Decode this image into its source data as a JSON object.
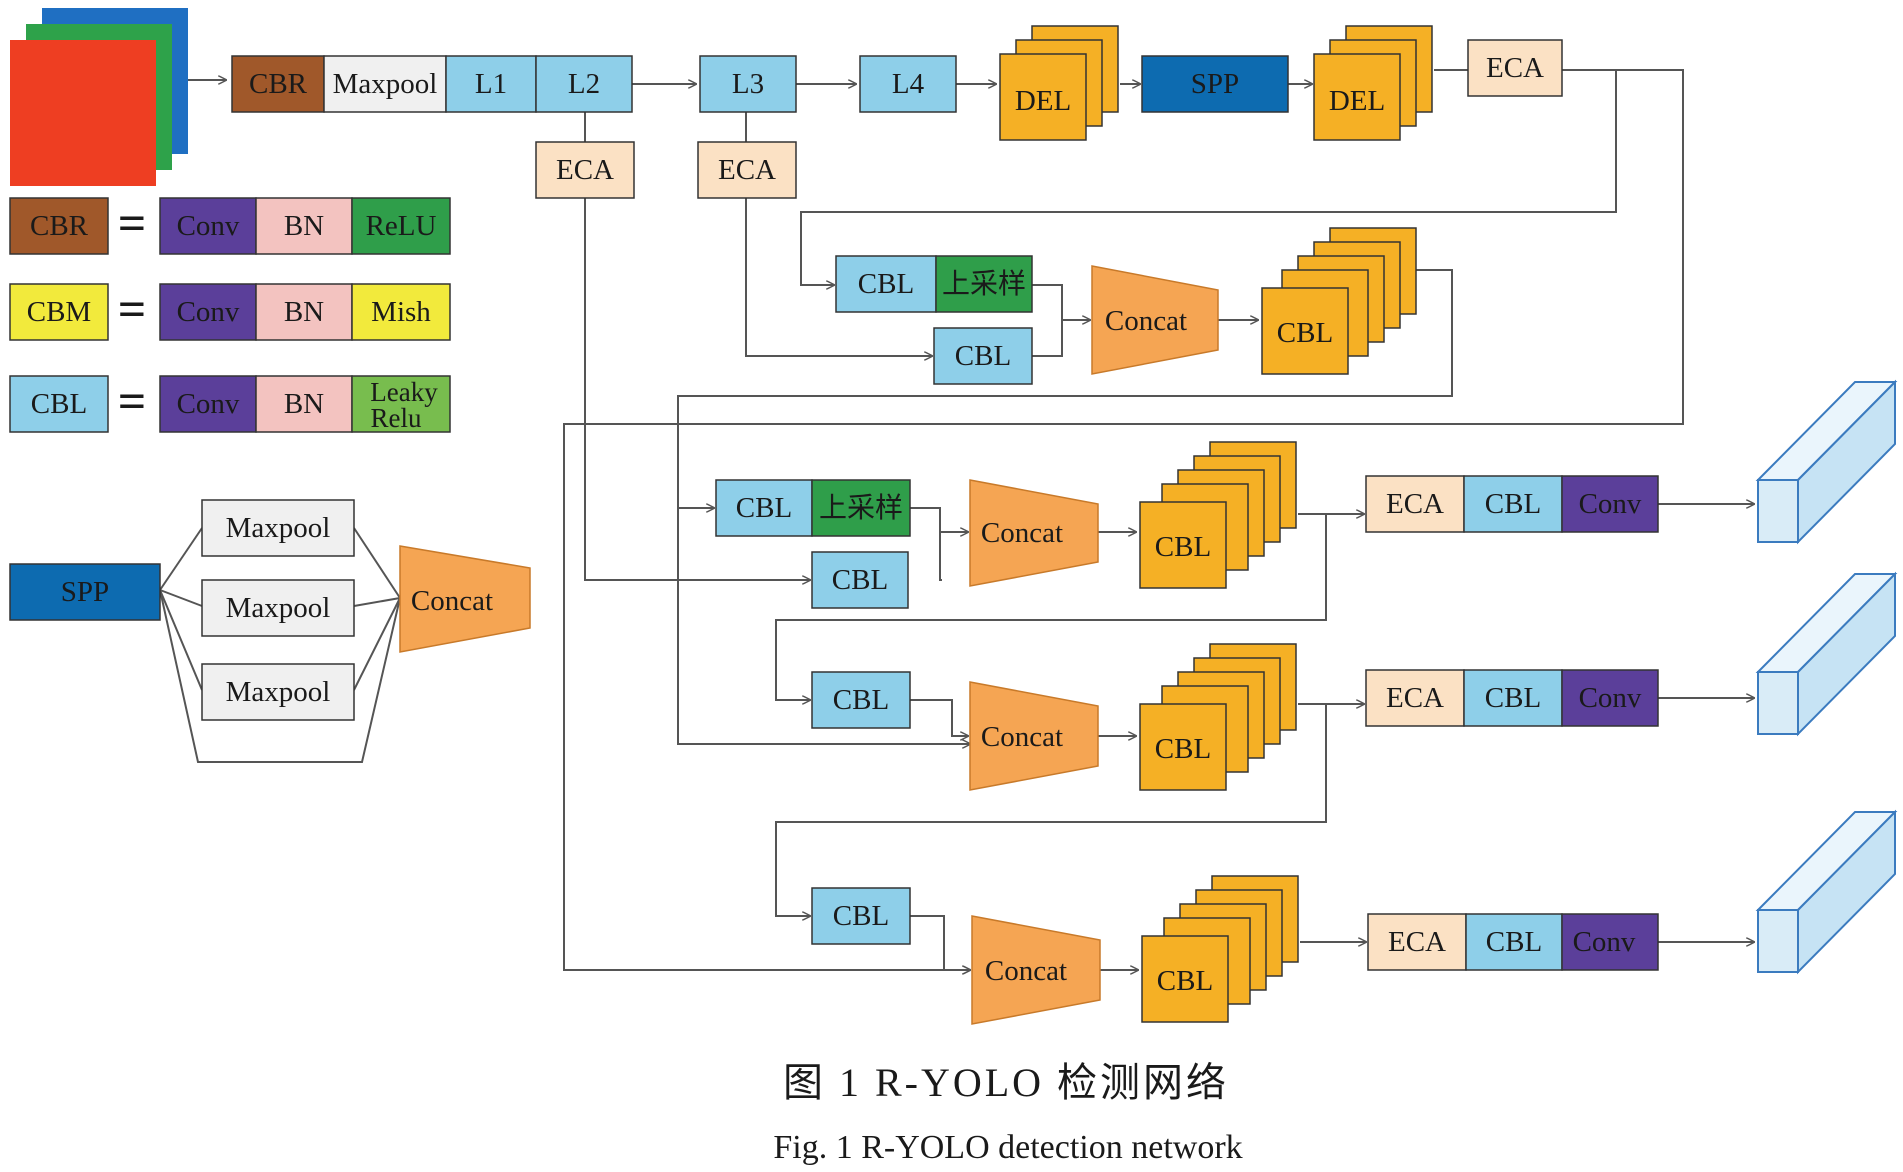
{
  "colors": {
    "cbr": "#a0582a",
    "conv": "#5b3f9a",
    "bn": "#f3c3c0",
    "relu": "#2f9e4a",
    "mish": "#f2ea3c",
    "cbm": "#f2ea3c",
    "cbl": "#8ecfe9",
    "leaky": "#78bd4e",
    "maxpool": "#f0f0f0",
    "l_block": "#8ecfe9",
    "eca": "#fbe1c4",
    "del": "#f5b025",
    "spp": "#0d6bb0",
    "concat": "#f5a553",
    "upsample": "#2f9e4a",
    "output": "#d9ecf7",
    "line": "#555555"
  },
  "input_image": {
    "layers": [
      "red-channel",
      "green-channel",
      "blue-channel"
    ]
  },
  "backbone": {
    "cbr": "CBR",
    "maxpool": "Maxpool",
    "l1": "L1",
    "l2": "L2",
    "l3": "L3",
    "l4": "L4",
    "del_1": "DEL",
    "spp": "SPP",
    "del_2": "DEL",
    "eca_top": "ECA",
    "eca_l2": "ECA",
    "eca_l3": "ECA"
  },
  "legend": {
    "equals_sign": "=",
    "cbr": {
      "name": "CBR",
      "parts": [
        "Conv",
        "BN",
        "ReLU"
      ]
    },
    "cbm": {
      "name": "CBM",
      "parts": [
        "Conv",
        "BN",
        "Mish"
      ]
    },
    "cbl": {
      "name": "CBL",
      "parts": [
        "Conv",
        "BN"
      ],
      "activation_line1": "Leaky",
      "activation_line2": "Relu"
    },
    "spp": {
      "name": "SPP",
      "maxpool_1": "Maxpool",
      "maxpool_2": "Maxpool",
      "maxpool_3": "Maxpool",
      "concat": "Concat"
    }
  },
  "neck": {
    "stage1": {
      "cbl_up": "CBL",
      "upsample": "上采样",
      "cbl_side": "CBL",
      "concat": "Concat",
      "cbl_stack": "CBL"
    },
    "stage2": {
      "cbl_up": "CBL",
      "upsample": "上采样",
      "cbl_side": "CBL",
      "concat": "Concat",
      "cbl_stack": "CBL"
    },
    "stage3": {
      "cbl_in": "CBL",
      "concat": "Concat",
      "cbl_stack": "CBL"
    },
    "stage4": {
      "cbl_in": "CBL",
      "concat": "Concat",
      "cbl_stack": "CBL"
    }
  },
  "heads": [
    {
      "eca": "ECA",
      "cbl": "CBL",
      "conv": "Conv"
    },
    {
      "eca": "ECA",
      "cbl": "CBL",
      "conv": "Conv"
    },
    {
      "eca": "ECA",
      "cbl": "CBL",
      "conv": "Conv"
    }
  ],
  "caption": {
    "cn": "图 1    R-YOLO 检测网络",
    "en": "Fig. 1    R-YOLO detection network"
  }
}
